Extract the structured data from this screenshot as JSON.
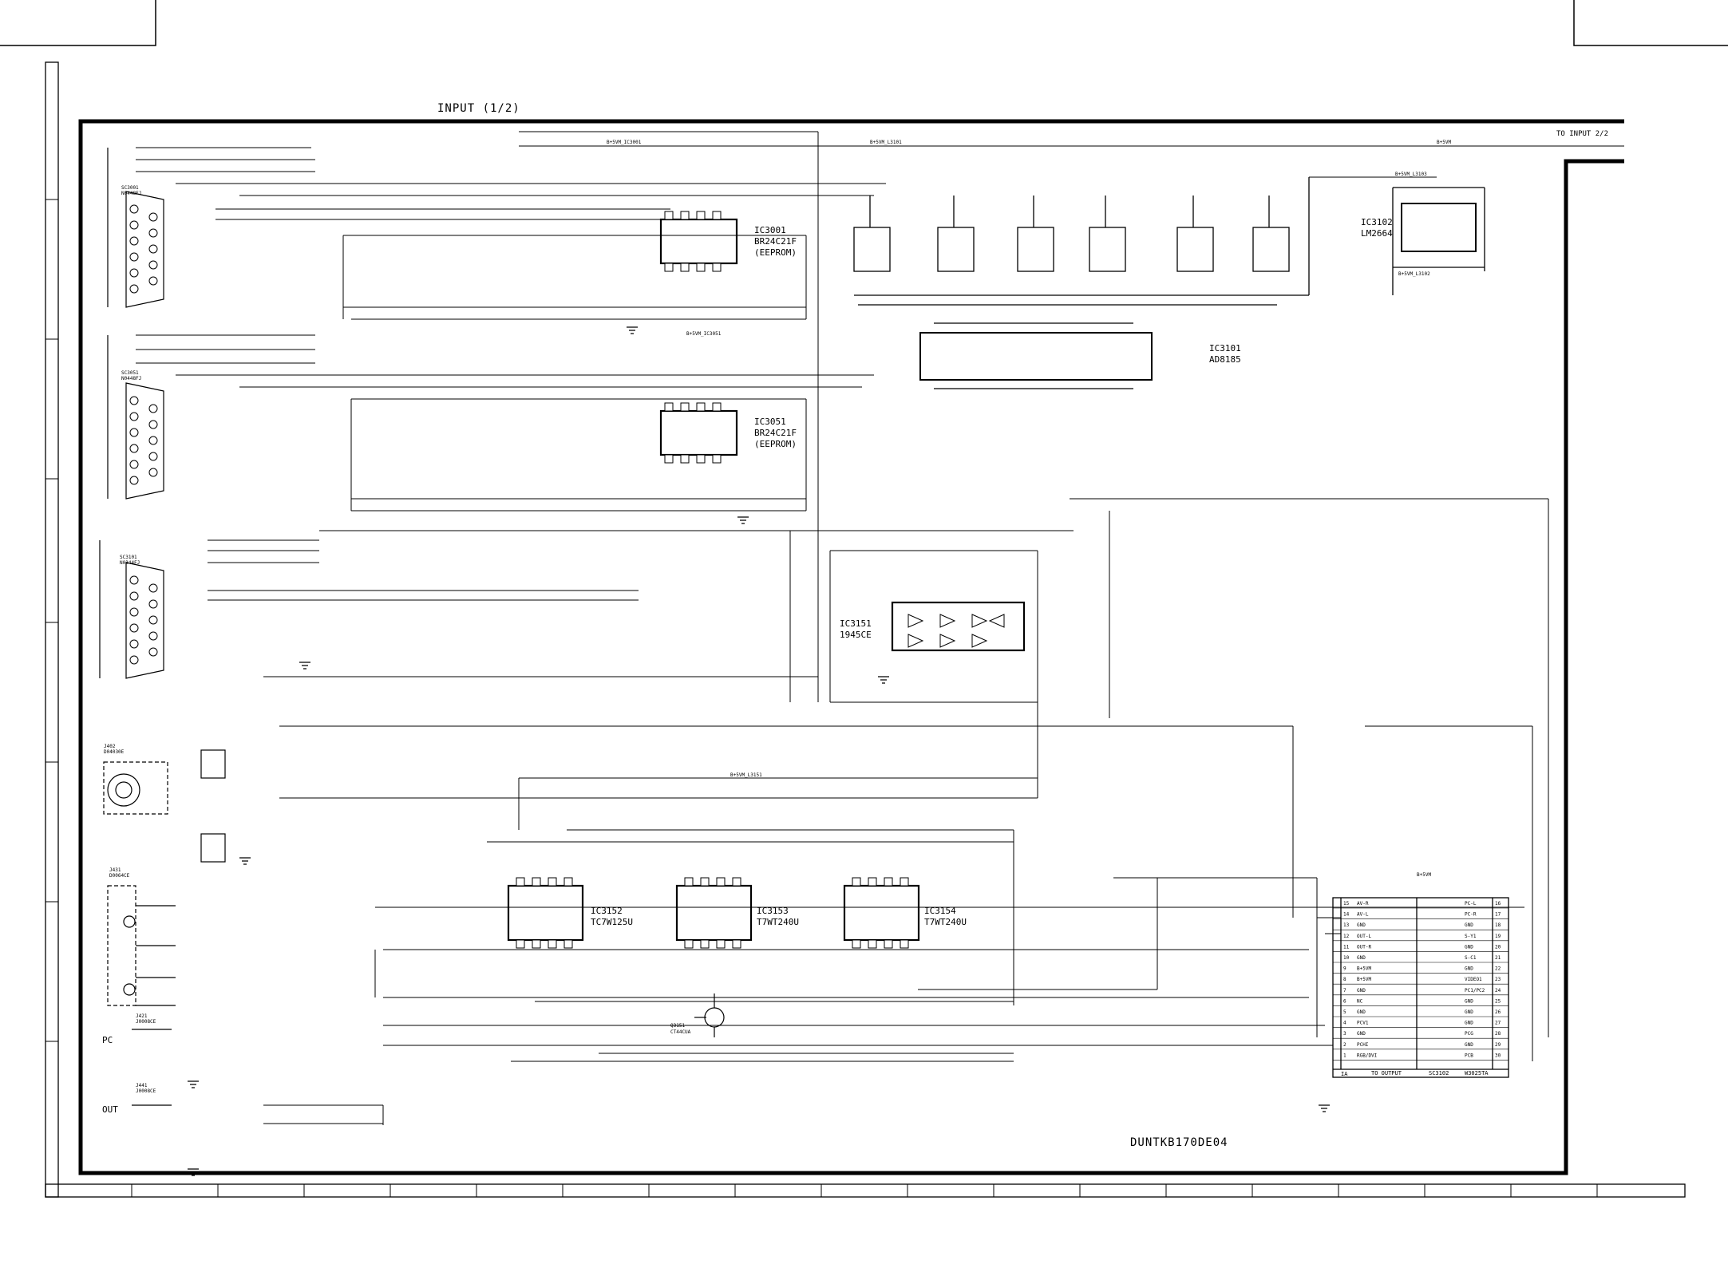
{
  "sheet": {
    "title": "INPUT (1/2)",
    "to_next": "TO INPUT 2/2",
    "drawing_number": "DUNTKB170DE04"
  },
  "ics": [
    {
      "ref": "IC3001",
      "part": "BR24C21F",
      "note": "(EEPROM)"
    },
    {
      "ref": "IC3051",
      "part": "BR24C21F",
      "note": "(EEPROM)"
    },
    {
      "ref": "IC3101",
      "part": "AD8185",
      "note": ""
    },
    {
      "ref": "IC3102",
      "part": "LM2664",
      "note": ""
    },
    {
      "ref": "IC3151",
      "part": "1945CE",
      "note": ""
    },
    {
      "ref": "IC3152",
      "part": "TC7W125U",
      "note": ""
    },
    {
      "ref": "IC3153",
      "part": "T7WT240U",
      "note": ""
    },
    {
      "ref": "IC3154",
      "part": "T7WT240U",
      "note": ""
    }
  ],
  "connectors": [
    {
      "ref": "SC3001",
      "part": "N0448FJ"
    },
    {
      "ref": "SC3051",
      "part": "N0448FJ"
    },
    {
      "ref": "SC3101",
      "part": "N0344FJ"
    },
    {
      "ref": "J402",
      "part": "D04030E"
    },
    {
      "ref": "J431",
      "part": "D0064CE"
    },
    {
      "ref": "J421",
      "part": "J0008CE"
    },
    {
      "ref": "J441",
      "part": "J0008CE"
    }
  ],
  "jack_labels": {
    "pc": "PC",
    "out": "OUT"
  },
  "transistor": {
    "ref": "Q3151",
    "part": "CT44CUA"
  },
  "nets": {
    "b5vm_ic3001": "B+5VM_IC3001",
    "b5vm_ic3051": "B+5VM_IC3051",
    "b5vm_l3101": "B+5VM_L3101",
    "b5vm": "B+5VM",
    "b5vm_l3103": "B+5VM_L3103",
    "b5vm_l3102": "B+5VM_L3102",
    "b5vm_l3151": "B+5VM_L3151"
  },
  "out_connector": {
    "ref": "SC3102",
    "part": "W3025TA",
    "label": "TO OUTPUT",
    "marker": "IA",
    "pins_left": [
      {
        "no": "15",
        "name": "AV-R"
      },
      {
        "no": "14",
        "name": "AV-L"
      },
      {
        "no": "13",
        "name": "GND"
      },
      {
        "no": "12",
        "name": "OUT-L"
      },
      {
        "no": "11",
        "name": "OUT-R"
      },
      {
        "no": "10",
        "name": "GND"
      },
      {
        "no": "9",
        "name": "B+5VM"
      },
      {
        "no": "8",
        "name": "B+5VM"
      },
      {
        "no": "7",
        "name": "GND"
      },
      {
        "no": "6",
        "name": "NC"
      },
      {
        "no": "5",
        "name": "GND"
      },
      {
        "no": "4",
        "name": "PCV1"
      },
      {
        "no": "3",
        "name": "GND"
      },
      {
        "no": "2",
        "name": "PCHI"
      },
      {
        "no": "1",
        "name": "RGB/DVI"
      }
    ],
    "pins_right": [
      {
        "no": "16",
        "name": "PC-L"
      },
      {
        "no": "17",
        "name": "PC-R"
      },
      {
        "no": "18",
        "name": "GND"
      },
      {
        "no": "19",
        "name": "S-Y1"
      },
      {
        "no": "20",
        "name": "GND"
      },
      {
        "no": "21",
        "name": "S-C1"
      },
      {
        "no": "22",
        "name": "GND"
      },
      {
        "no": "23",
        "name": "VIDEO1"
      },
      {
        "no": "24",
        "name": "PC1/PC2"
      },
      {
        "no": "25",
        "name": "GND"
      },
      {
        "no": "26",
        "name": "GND"
      },
      {
        "no": "27",
        "name": "GND"
      },
      {
        "no": "28",
        "name": "PCG"
      },
      {
        "no": "29",
        "name": "GND"
      },
      {
        "no": "30",
        "name": "PCB"
      }
    ]
  }
}
